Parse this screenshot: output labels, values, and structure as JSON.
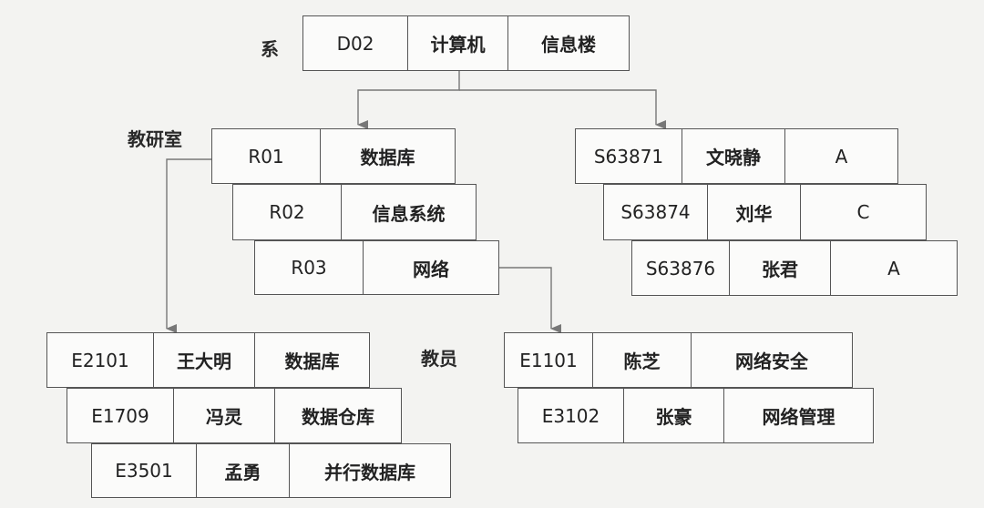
{
  "labels": {
    "dept": "系",
    "office": "教研室",
    "teacher": "教员"
  },
  "department": [
    "D02",
    "计算机",
    "信息楼"
  ],
  "offices": [
    [
      "R01",
      "数据库"
    ],
    [
      "R02",
      "信息系统"
    ],
    [
      "R03",
      "网络"
    ]
  ],
  "students": [
    [
      "S63871",
      "文晓静",
      "A"
    ],
    [
      "S63874",
      "刘华",
      "C"
    ],
    [
      "S63876",
      "张君",
      "A"
    ]
  ],
  "teachers_db": [
    [
      "E2101",
      "王大明",
      "数据库"
    ],
    [
      "E1709",
      "冯灵",
      "数据仓库"
    ],
    [
      "E3501",
      "孟勇",
      "并行数据库"
    ]
  ],
  "teachers_net": [
    [
      "E1101",
      "陈芝",
      "网络安全"
    ],
    [
      "E3102",
      "张豪",
      "网络管理"
    ]
  ]
}
